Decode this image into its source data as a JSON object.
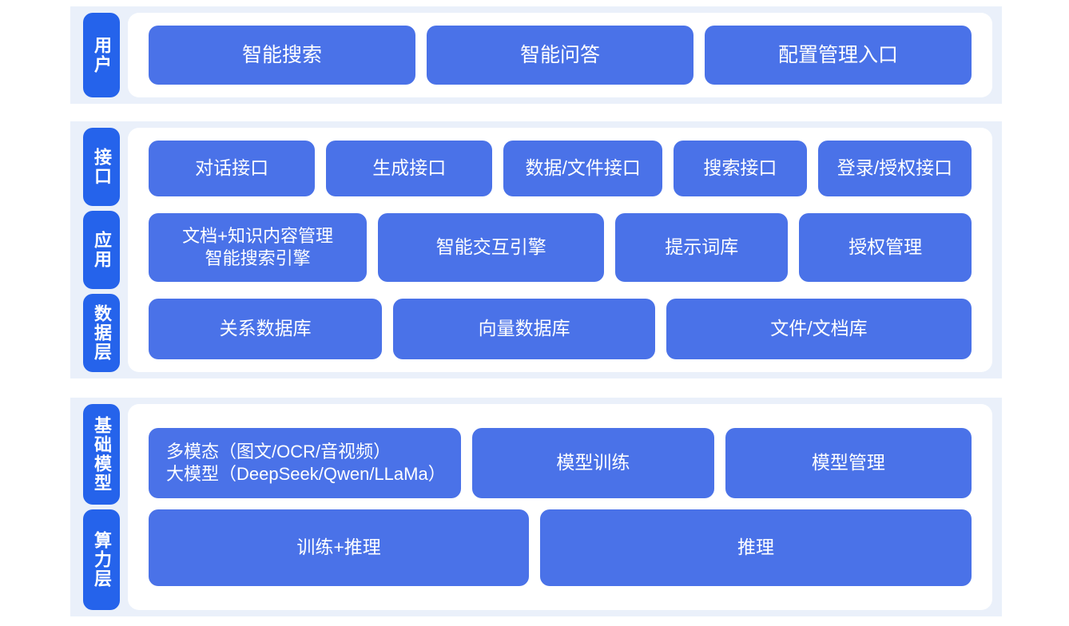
{
  "theme": {
    "tab_blue": "#2563eb",
    "box_blue": "#4a72e8",
    "band_bg": "#eaf0fa",
    "panel_bg": "#ffffff",
    "page_bg": "#ffffff",
    "box_text": "#ffffff"
  },
  "layers": {
    "users": {
      "tab_label": "用户",
      "boxes": [
        {
          "label": "智能搜索"
        },
        {
          "label": "智能问答"
        },
        {
          "label": "配置管理入口"
        }
      ]
    },
    "interface": {
      "tab_label": "接口",
      "boxes": [
        {
          "label": "对话接口"
        },
        {
          "label": "生成接口"
        },
        {
          "label": "数据/文件接口"
        },
        {
          "label": "搜索接口"
        },
        {
          "label": "登录/授权接口"
        }
      ]
    },
    "application": {
      "tab_label": "应用",
      "boxes": [
        {
          "label": "文档+知识内容管理\n智能搜索引擎"
        },
        {
          "label": "智能交互引擎"
        },
        {
          "label": "提示词库"
        },
        {
          "label": "授权管理"
        }
      ]
    },
    "data": {
      "tab_label": "数据层",
      "boxes": [
        {
          "label": "关系数据库"
        },
        {
          "label": "向量数据库"
        },
        {
          "label": "文件/文档库"
        }
      ]
    },
    "base_model": {
      "tab_label": "基础模型",
      "boxes": [
        {
          "label": "多模态（图文/OCR/音视频）\n大模型（DeepSeek/Qwen/LLaMa）"
        },
        {
          "label": "模型训练"
        },
        {
          "label": "模型管理"
        }
      ]
    },
    "compute": {
      "tab_label": "算力层",
      "boxes": [
        {
          "label": "训练+推理"
        },
        {
          "label": "推理"
        }
      ]
    }
  }
}
